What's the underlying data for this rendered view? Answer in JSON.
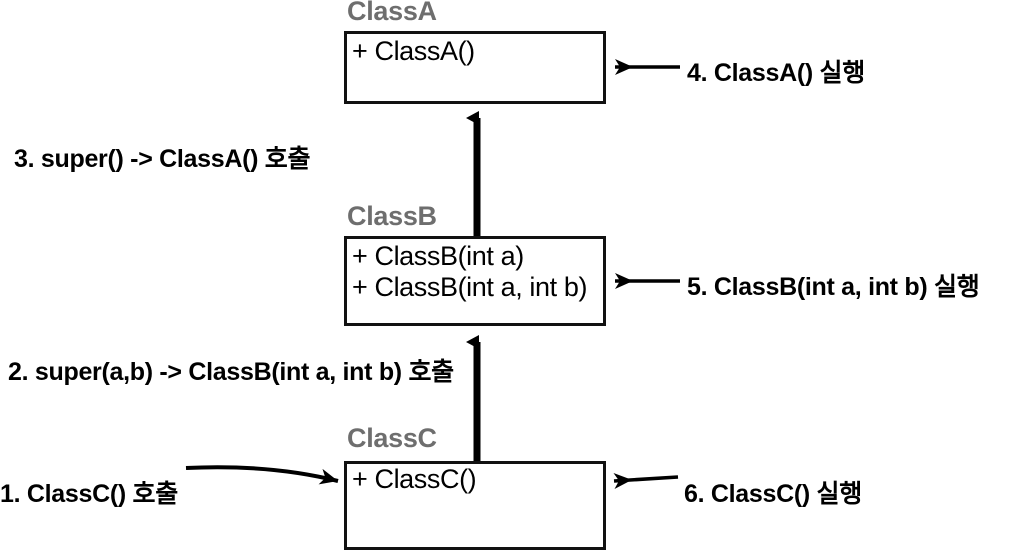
{
  "diagram": {
    "title": "Java constructor call chain (super) diagram",
    "type": "uml-class-inheritance",
    "colors": {
      "box_border": "#111111",
      "class_label": "#6e6e6e",
      "arrow": "#000000",
      "background": "#ffffff",
      "text": "#000000"
    },
    "classes": [
      {
        "name": "ClassA",
        "members": [
          "+ ClassA()"
        ]
      },
      {
        "name": "ClassB",
        "members": [
          "+ ClassB(int a)",
          "+ ClassB(int a, int b)"
        ]
      },
      {
        "name": "ClassC",
        "members": [
          "+ ClassC()"
        ]
      }
    ],
    "inheritance": [
      {
        "from": "ClassB",
        "to": "ClassA"
      },
      {
        "from": "ClassC",
        "to": "ClassB"
      }
    ],
    "annotations": [
      {
        "step": "1",
        "text": "1. ClassC() 호출",
        "side": "left",
        "target": "ClassC"
      },
      {
        "step": "2",
        "text": "2. super(a,b) -> ClassB(int a, int b) 호출",
        "side": "left",
        "target": "ClassB"
      },
      {
        "step": "3",
        "text": "3. super() -> ClassA() 호출",
        "side": "left",
        "target": "ClassA"
      },
      {
        "step": "4",
        "text": "4. ClassA() 실행",
        "side": "right",
        "target": "ClassA"
      },
      {
        "step": "5",
        "text": "5. ClassB(int a, int b) 실행",
        "side": "right",
        "target": "ClassB"
      },
      {
        "step": "6",
        "text": "6. ClassC() 실행",
        "side": "right",
        "target": "ClassC"
      }
    ]
  }
}
